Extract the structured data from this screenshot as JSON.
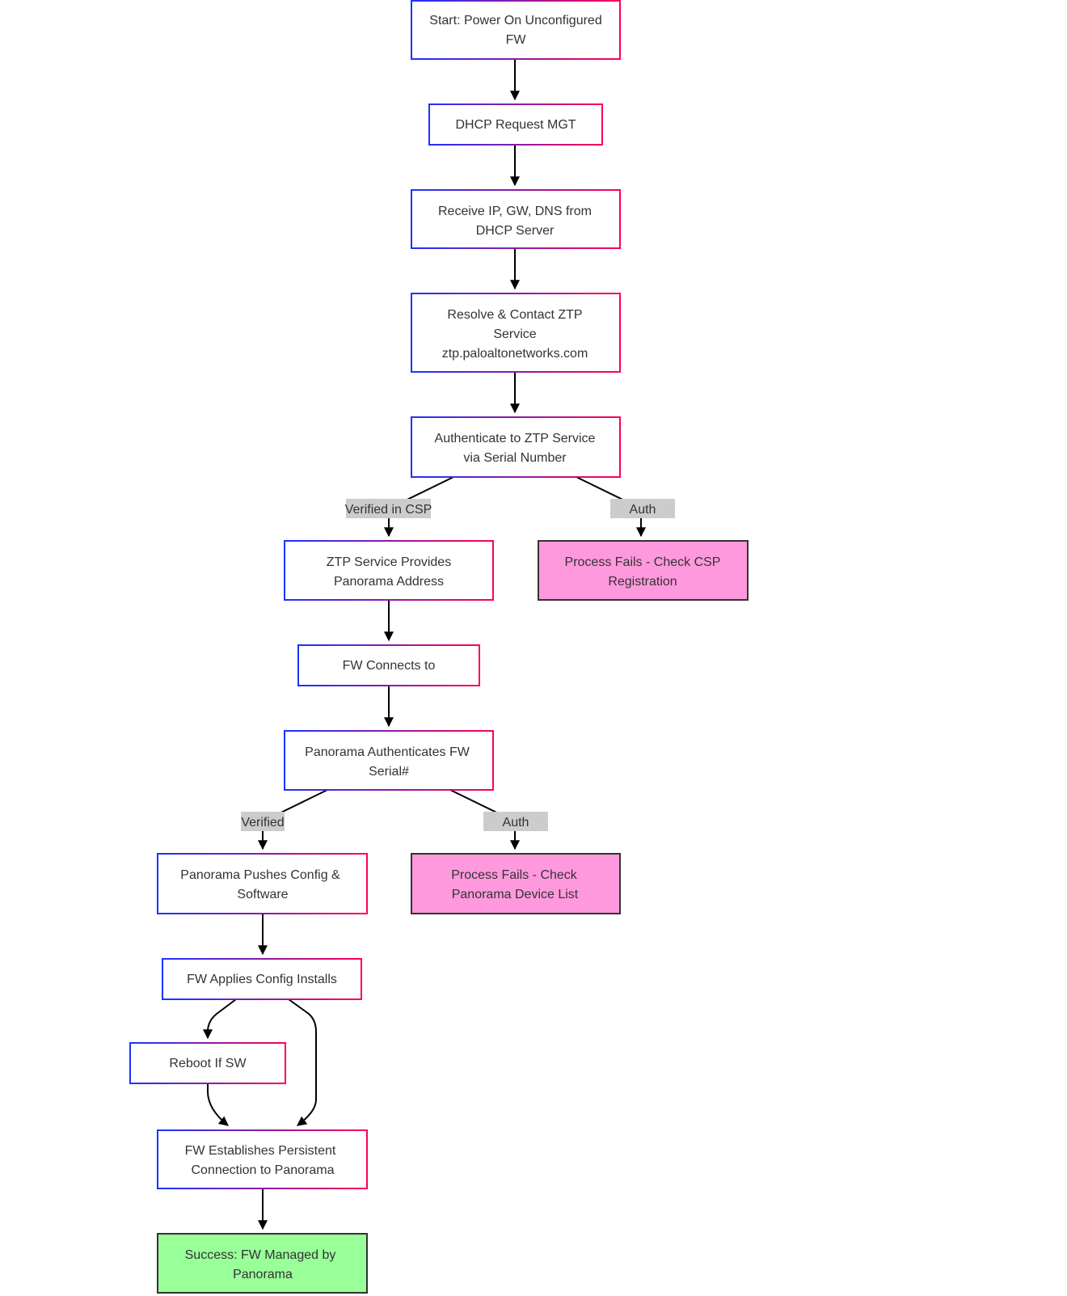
{
  "diagram": {
    "nodes": {
      "start": {
        "lines": [
          "Start: Power On Unconfigured",
          "FW"
        ],
        "style": "process"
      },
      "dhcp_request": {
        "lines": [
          "DHCP Request MGT"
        ],
        "style": "process"
      },
      "receive_ip": {
        "lines": [
          "Receive IP, GW, DNS from",
          "DHCP Server"
        ],
        "style": "process"
      },
      "resolve_ztp": {
        "lines": [
          "Resolve & Contact ZTP",
          "Service",
          "ztp.paloaltonetworks.com"
        ],
        "style": "process"
      },
      "auth_ztp": {
        "lines": [
          "Authenticate to ZTP Service",
          "via Serial Number"
        ],
        "style": "process"
      },
      "ztp_provides": {
        "lines": [
          "ZTP Service Provides",
          "Panorama Address"
        ],
        "style": "process"
      },
      "fail_csp": {
        "lines": [
          "Process Fails - Check CSP",
          "Registration"
        ],
        "style": "failure"
      },
      "fw_connects": {
        "lines": [
          "FW Connects to"
        ],
        "style": "process"
      },
      "panorama_auth": {
        "lines": [
          "Panorama Authenticates FW",
          "Serial#"
        ],
        "style": "process"
      },
      "panorama_pushes": {
        "lines": [
          "Panorama Pushes Config &",
          "Software"
        ],
        "style": "process"
      },
      "fail_device_list": {
        "lines": [
          "Process Fails - Check",
          "Panorama Device List"
        ],
        "style": "failure"
      },
      "fw_applies": {
        "lines": [
          "FW Applies Config Installs"
        ],
        "style": "process"
      },
      "reboot": {
        "lines": [
          "Reboot If SW"
        ],
        "style": "process"
      },
      "fw_establishes": {
        "lines": [
          "FW Establishes Persistent",
          "Connection to Panorama"
        ],
        "style": "process"
      },
      "success": {
        "lines": [
          "Success: FW Managed by",
          "Panorama"
        ],
        "style": "success"
      }
    },
    "edge_labels": {
      "verified_csp": "Verified in CSP",
      "auth_csp": "Auth",
      "verified_panorama": "Verified",
      "auth_panorama": "Auth"
    },
    "colors": {
      "process_fill": "#ffffff",
      "process_border_start": "#1a33ff",
      "process_border_end": "#ff0055",
      "failure_fill": "#ff99dd",
      "success_fill": "#99ff99",
      "terminal_border": "#333333",
      "edge": "#000000",
      "edge_label_bg": "#cccccc",
      "text": "#333333"
    }
  }
}
